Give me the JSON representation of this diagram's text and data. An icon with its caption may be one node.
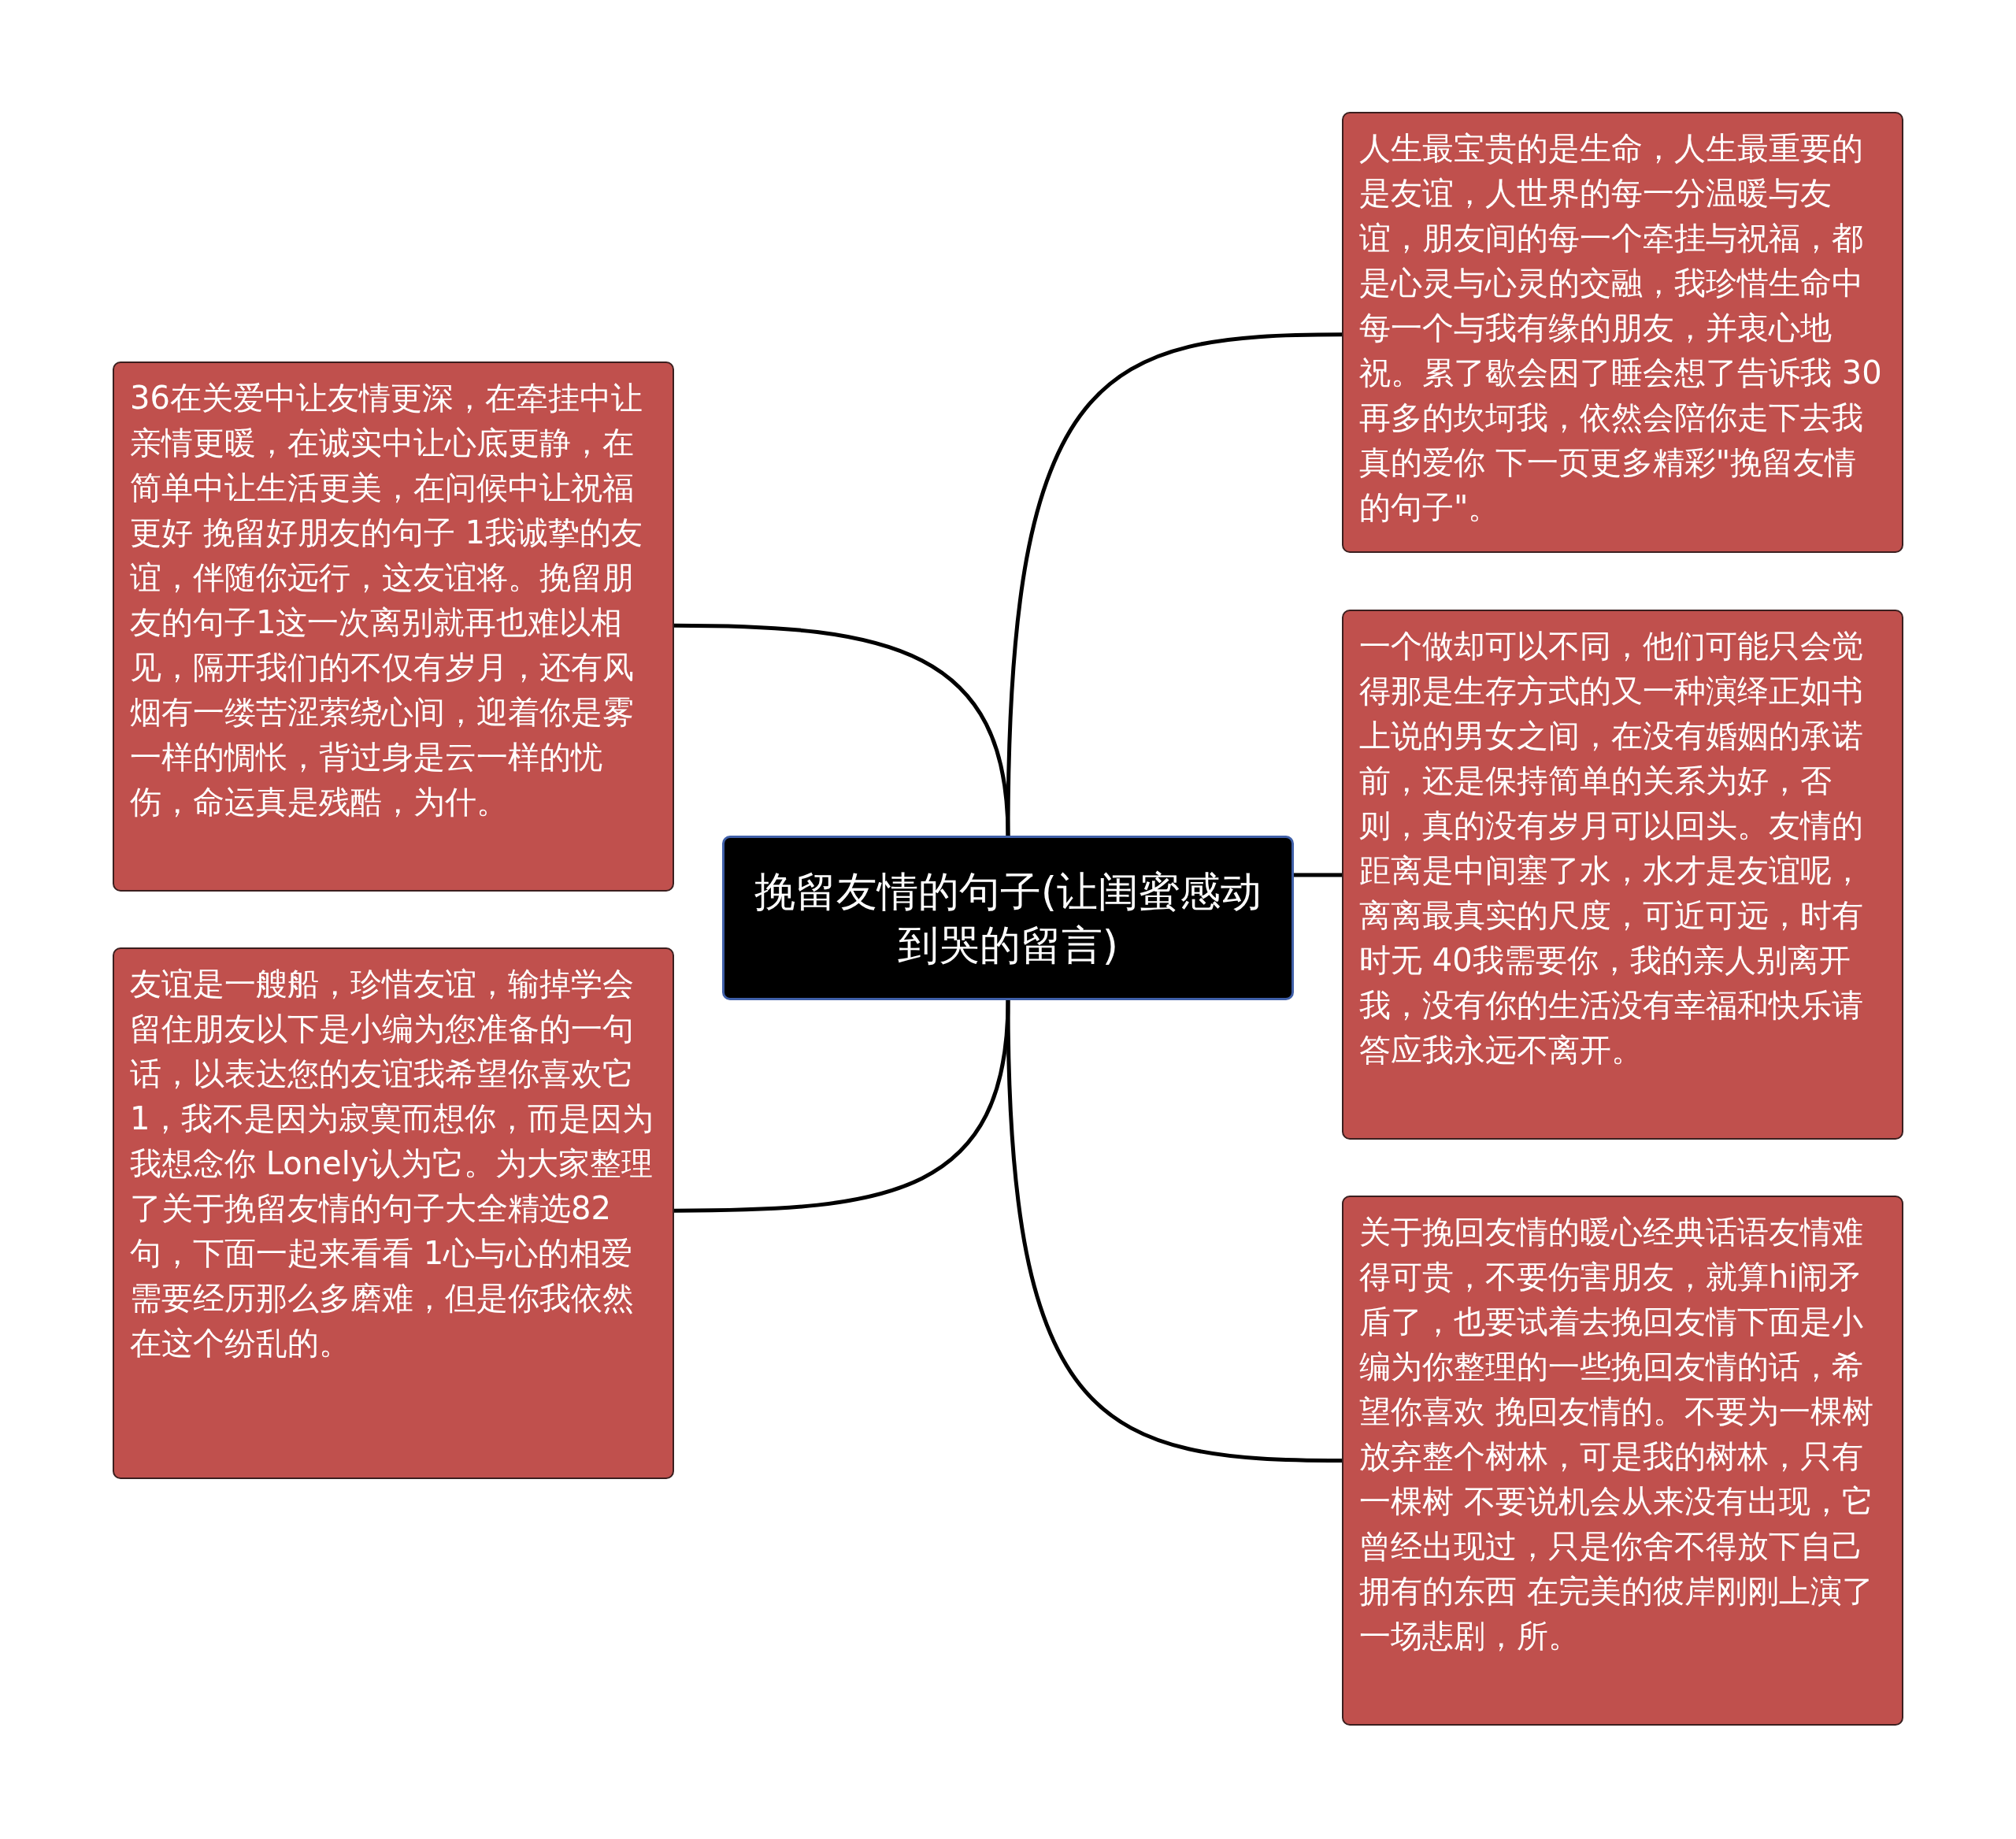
{
  "diagram": {
    "nodes": [
      {
        "text": [
          "挽留友情的句子(让闺蜜感动到哭的留言)"
        ]
      },
      {
        "text": [
          "36在关爱中让友情更深，在牵挂中让亲情更暖，在诚实中让心底更静，在简单中让生活更美，在问候中让祝福更好 挽留好朋友的句子 1我诚挚的友谊，伴随你远行，这友谊将。挽留朋友的句子1这一次离别就再也难以相见，隔开我们的不仅有岁月，还有风烟有一缕苦涩萦绕心间，迎着你是雾一样的惆怅，背过身是云一样的忧伤，命运真是残酷，为什。"
        ]
      },
      {
        "text": [
          "友谊是一艘船，珍惜友谊，输掉学会留住朋友以下是小编为您准备的一句话，以表达您的友谊我希望你喜欢它 1，我不是因为寂寞而想你，而是因为我想念你 Lonely认为它。为大家整理了关于挽留友情的句子大全精选82句，下面一起来看看 1心与心的相爱需要经历那么多磨难，但是你我依然在这个纷乱的。"
        ]
      },
      {
        "text": [
          "人生最宝贵的是生命，人生最重要的是友谊，人世界的每一分温暖与友谊，朋友间的每一个牵挂与祝福，都是心灵与心灵的交融，我珍惜生命中每一个与我有缘的朋友，并衷心地祝。累了歇会困了睡会想了告诉我 30 再多的坎坷我，依然会陪你走下去我真的爱你 下一页更多精彩\"挽留友情的句子\"。"
        ]
      },
      {
        "text": [
          "一个做却可以不同，他们可能只会觉得那是生存方式的又一种演绎正如书上说的男女之间，在没有婚姻的承诺前，还是保持简单的关系为好，否则，真的没有岁月可以回头。友情的距离是中间塞了水，水才是友谊呢，离离最真实的尺度，可近可远，时有时无 40我需要你，我的亲人别离开我，没有你的生活没有幸福和快乐请答应我永远不离开。"
        ]
      },
      {
        "text": [
          "关于挽回友情的暖心经典话语友情难得可贵，不要伤害朋友，就算hi闹矛盾了，也要试着去挽回友情下面是小编为你整理的一些挽回友情的话，希望你喜欢 挽回友情的。不要为一棵树放弃整个树林，可是我的树林，只有一棵树 不要说机会从来没有出现，它曾经出现过，只是你舍不得放下自己拥有的东西 在完美的彼岸刚刚上演了一场悲剧，所。"
        ]
      }
    ],
    "edges": [
      {
        "from": 0,
        "to": 1,
        "arrow": "none"
      },
      {
        "from": 0,
        "to": 2,
        "arrow": "none"
      },
      {
        "from": 0,
        "to": 3,
        "arrow": "none"
      },
      {
        "from": 0,
        "to": 4,
        "arrow": "none"
      },
      {
        "from": 0,
        "to": 5,
        "arrow": "none"
      }
    ]
  }
}
